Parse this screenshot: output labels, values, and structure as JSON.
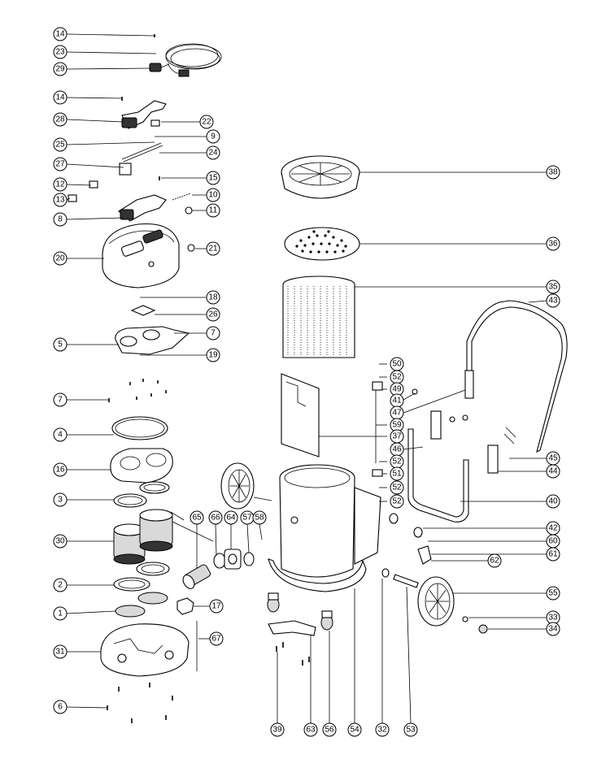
{
  "diagram": {
    "type": "exploded-parts-diagram",
    "parts": [
      {
        "label": "14"
      },
      {
        "label": "23"
      },
      {
        "label": "29"
      },
      {
        "label": "14"
      },
      {
        "label": "28"
      },
      {
        "label": "22"
      },
      {
        "label": "9"
      },
      {
        "label": "25"
      },
      {
        "label": "24"
      },
      {
        "label": "27"
      },
      {
        "label": "15"
      },
      {
        "label": "12"
      },
      {
        "label": "10"
      },
      {
        "label": "13"
      },
      {
        "label": "11"
      },
      {
        "label": "8"
      },
      {
        "label": "20"
      },
      {
        "label": "21"
      },
      {
        "label": "18"
      },
      {
        "label": "26"
      },
      {
        "label": "5"
      },
      {
        "label": "7"
      },
      {
        "label": "19"
      },
      {
        "label": "7"
      },
      {
        "label": "4"
      },
      {
        "label": "16"
      },
      {
        "label": "3"
      },
      {
        "label": "30"
      },
      {
        "label": "2"
      },
      {
        "label": "1"
      },
      {
        "label": "31"
      },
      {
        "label": "6"
      },
      {
        "label": "65"
      },
      {
        "label": "66"
      },
      {
        "label": "64"
      },
      {
        "label": "57"
      },
      {
        "label": "58"
      },
      {
        "label": "17"
      },
      {
        "label": "67"
      },
      {
        "label": "38"
      },
      {
        "label": "36"
      },
      {
        "label": "35"
      },
      {
        "label": "43"
      },
      {
        "label": "50"
      },
      {
        "label": "52"
      },
      {
        "label": "49"
      },
      {
        "label": "41"
      },
      {
        "label": "47"
      },
      {
        "label": "59"
      },
      {
        "label": "37"
      },
      {
        "label": "46"
      },
      {
        "label": "52"
      },
      {
        "label": "51"
      },
      {
        "label": "52"
      },
      {
        "label": "52"
      },
      {
        "label": "45"
      },
      {
        "label": "44"
      },
      {
        "label": "40"
      },
      {
        "label": "42"
      },
      {
        "label": "60"
      },
      {
        "label": "61"
      },
      {
        "label": "62"
      },
      {
        "label": "55"
      },
      {
        "label": "33"
      },
      {
        "label": "34"
      },
      {
        "label": "39"
      },
      {
        "label": "63"
      },
      {
        "label": "56"
      },
      {
        "label": "54"
      },
      {
        "label": "32"
      },
      {
        "label": "53"
      }
    ]
  }
}
